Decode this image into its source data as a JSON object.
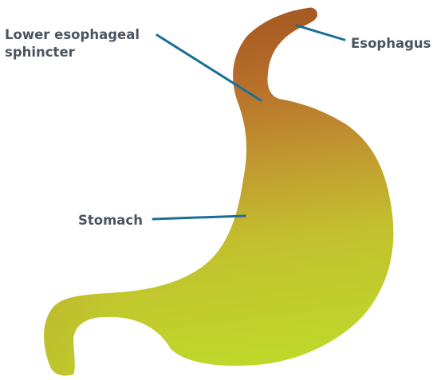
{
  "labels": {
    "lower_esophageal_sphincter": [
      "Lower esophageal",
      "sphincter"
    ],
    "esophagus": "Esophagus",
    "stomach": "Stomach"
  },
  "colors": {
    "stomach_top": "#a8551f",
    "stomach_mid": "#c4892a",
    "stomach_bottom": "#bfd62b",
    "leader_line": "#1b6f96",
    "label_text": "#4a5560"
  }
}
